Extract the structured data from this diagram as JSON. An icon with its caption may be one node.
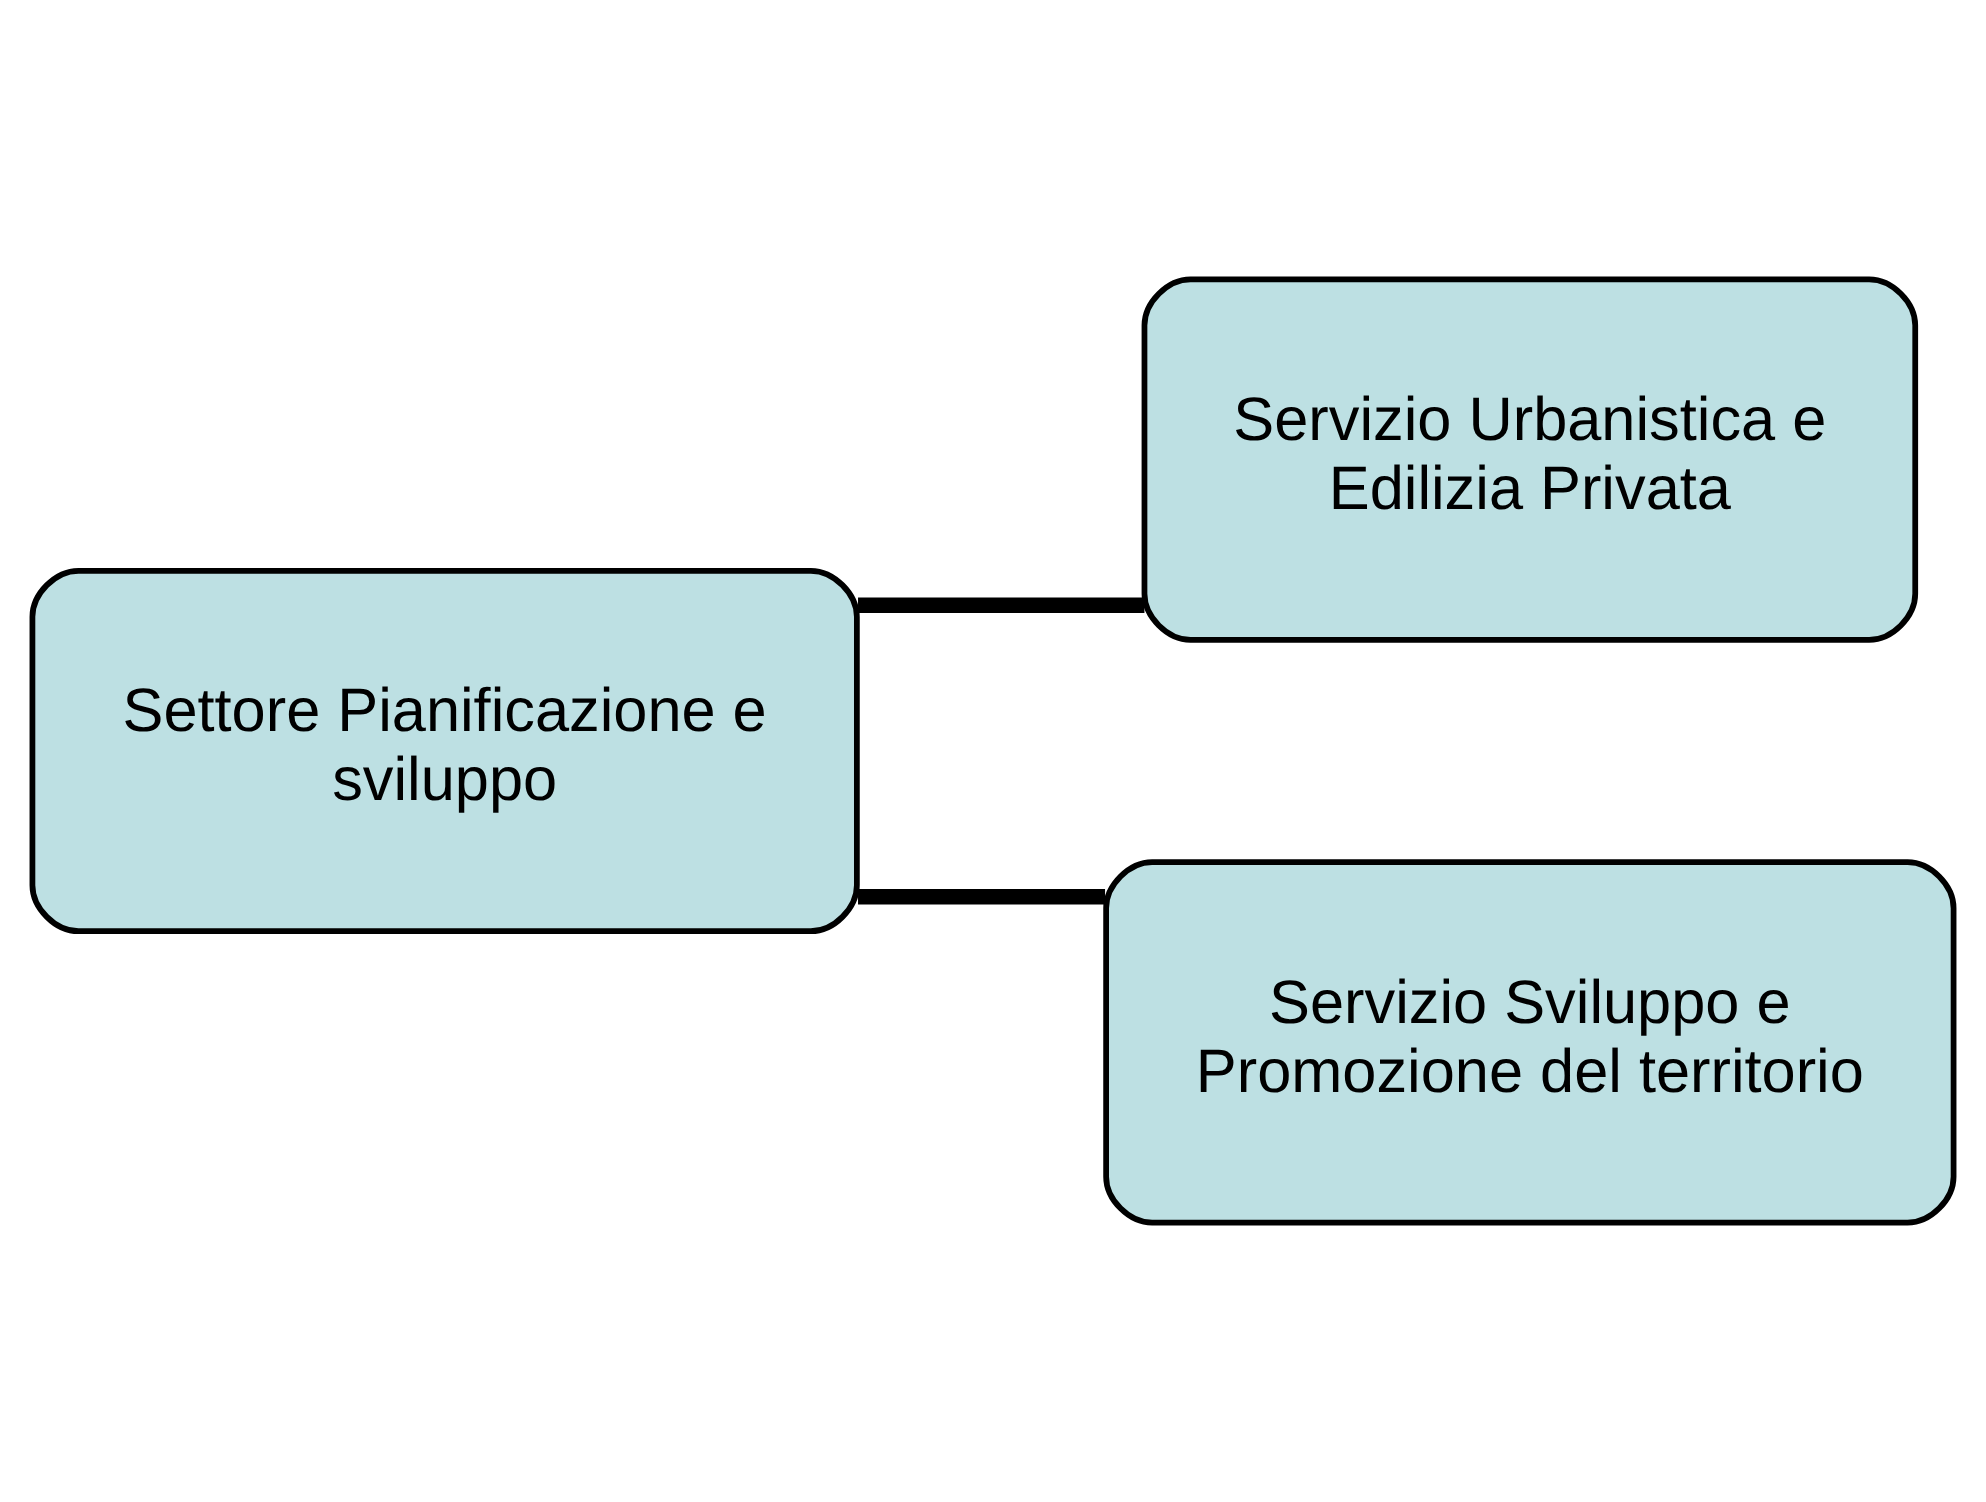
{
  "diagram": {
    "nodes": [
      {
        "text": [
          "Settore Pianificazione e sviluppo"
        ]
      },
      {
        "text": [
          "Servizio Urbanistica e Edilizia Privata"
        ]
      },
      {
        "text": [
          "Servizio Sviluppo e Promozione del territorio"
        ]
      }
    ],
    "edges": [
      {
        "from": 0,
        "to": 1,
        "arrow": "none"
      },
      {
        "from": 0,
        "to": 2,
        "arrow": "none"
      }
    ]
  }
}
